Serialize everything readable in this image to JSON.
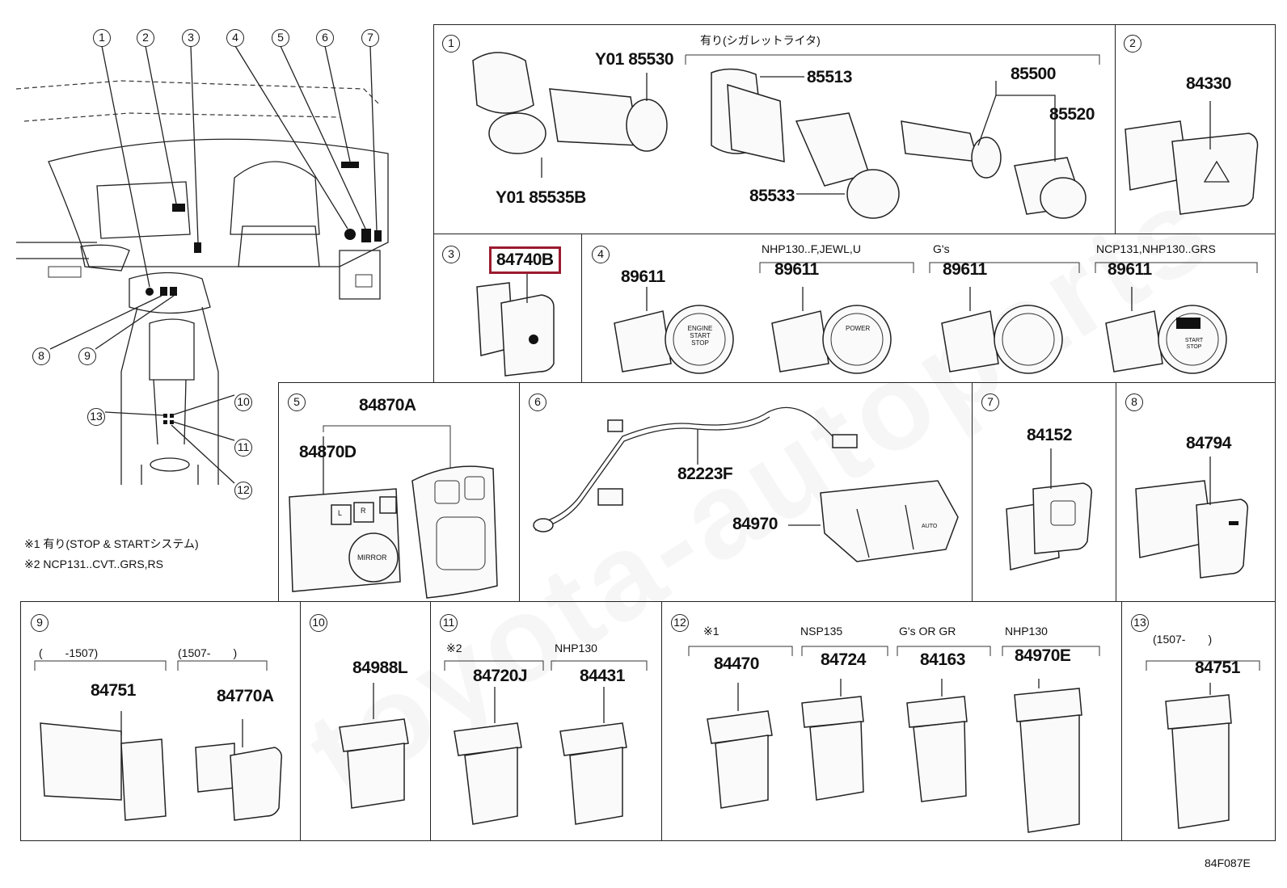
{
  "panels": {
    "p1": {
      "num": "1",
      "group_label": "有り(シガレットライタ)",
      "parts": [
        "Y01 85530",
        "Y01 85535B",
        "85513",
        "85533",
        "85500",
        "85520"
      ]
    },
    "p2": {
      "num": "2",
      "parts": [
        "84330"
      ]
    },
    "p3": {
      "num": "3",
      "parts": [
        "84740B"
      ]
    },
    "p4": {
      "num": "4",
      "variants": [
        "NHP130..F,JEWL,U",
        "G's",
        "NCP131,NHP130..GRS"
      ],
      "parts": [
        "89611",
        "89611",
        "89611",
        "89611"
      ],
      "labels": {
        "engine": "ENGINE\nSTART\nSTOP",
        "power": "POWER",
        "start_stop": "START\nSTOP"
      }
    },
    "p5": {
      "num": "5",
      "parts": [
        "84870A",
        "84870D"
      ],
      "mirror_label": "MIRROR",
      "switch_l": "L",
      "switch_r": "R"
    },
    "p6": {
      "num": "6",
      "parts": [
        "82223F",
        "84970"
      ],
      "auto_label": "AUTO"
    },
    "p7": {
      "num": "7",
      "parts": [
        "84152"
      ]
    },
    "p8": {
      "num": "8",
      "parts": [
        "84794"
      ]
    },
    "p9": {
      "num": "9",
      "variants": [
        "(　　-1507)",
        "(1507-　　)"
      ],
      "parts": [
        "84751",
        "84770A"
      ]
    },
    "p10": {
      "num": "10",
      "parts": [
        "84988L"
      ]
    },
    "p11": {
      "num": "11",
      "variants": [
        "※2",
        "NHP130"
      ],
      "parts": [
        "84720J",
        "84431"
      ]
    },
    "p12": {
      "num": "12",
      "variants": [
        "※1",
        "NSP135",
        "G's OR GR",
        "NHP130"
      ],
      "parts": [
        "84470",
        "84724",
        "84163",
        "84970E"
      ]
    },
    "p13": {
      "num": "13",
      "variants": [
        "(1507-　　)"
      ],
      "parts": [
        "84751"
      ]
    }
  },
  "overview": {
    "top_callouts": [
      "1",
      "2",
      "3",
      "4",
      "5",
      "6",
      "7"
    ],
    "lower_callouts": [
      "8",
      "9",
      "10",
      "11",
      "12",
      "13"
    ]
  },
  "notes": [
    "※1 有り(STOP & STARTシステム)",
    "※2 NCP131..CVT..GRS,RS"
  ],
  "diagram_code": "84F087E",
  "colors": {
    "highlight": "#9b1b30",
    "line": "#222222"
  }
}
